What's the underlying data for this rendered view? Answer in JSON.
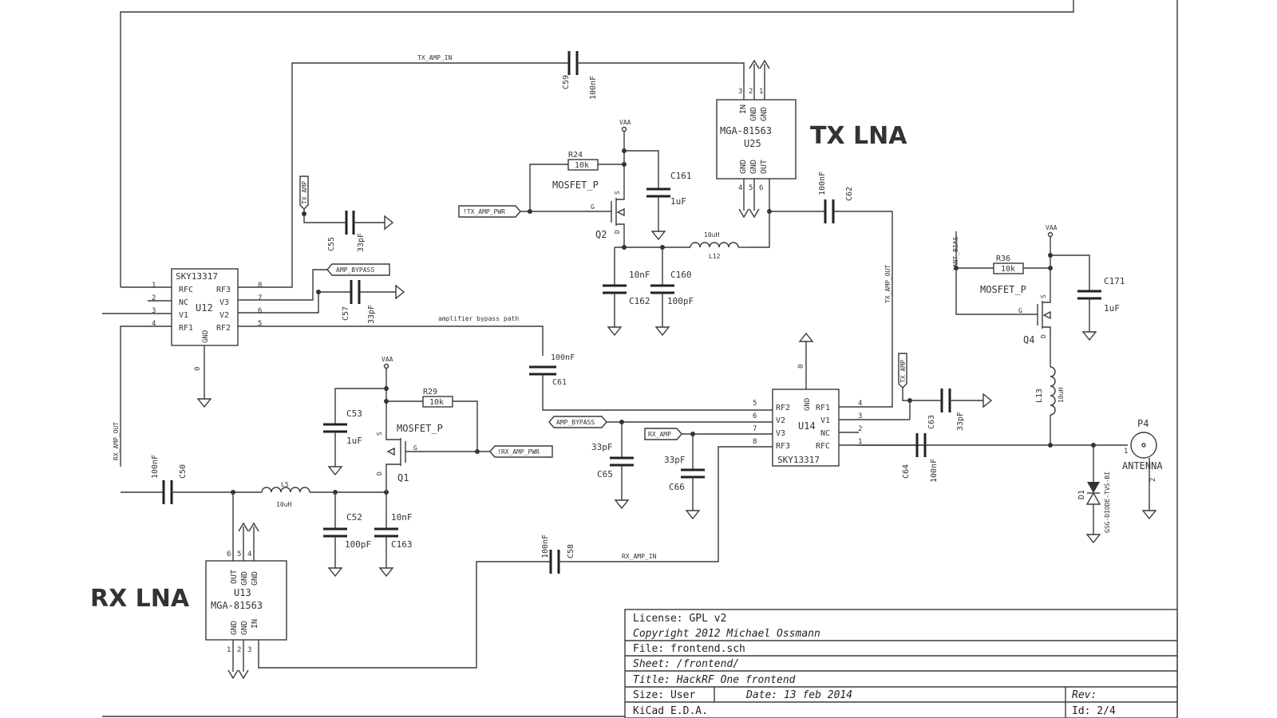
{
  "annotations": {
    "tx_lna": "TX LNA",
    "rx_lna": "RX LNA",
    "color": "#1a9fd6"
  },
  "nets": {
    "tx_amp_in": "TX_AMP_IN",
    "rx_amp_in": "RX_AMP_IN",
    "tx_amp_out": "TX_AMP_OUT",
    "rx_amp_out": "RX_AMP_OUT",
    "bypass_path": "amplifier bypass path",
    "vaa": "VAA",
    "ant_bias": "!ANT_BIAS"
  },
  "labels": {
    "tx_amp": "TX_AMP",
    "amp_bypass": "AMP_BYPASS",
    "tx_amp_pwr": "!TX_AMP_PWR",
    "rx_amp_pwr": "!RX_AMP_PWR",
    "rx_amp": "RX_AMP"
  },
  "u12": {
    "part": "SKY13317",
    "ref": "U12",
    "pins_left": [
      {
        "num": "1",
        "name": "RFC"
      },
      {
        "num": "2",
        "name": "NC"
      },
      {
        "num": "3",
        "name": "V1"
      },
      {
        "num": "4",
        "name": "RF1"
      }
    ],
    "pins_right": [
      {
        "num": "8",
        "name": "RF3"
      },
      {
        "num": "7",
        "name": "V3"
      },
      {
        "num": "6",
        "name": "V2"
      },
      {
        "num": "5",
        "name": "RF2"
      }
    ],
    "gnd": "GND",
    "bottom_pin": "0"
  },
  "u14": {
    "part": "SKY13317",
    "ref": "U14",
    "pins_left": [
      {
        "num": "5",
        "name": "RF2"
      },
      {
        "num": "6",
        "name": "V2"
      },
      {
        "num": "7",
        "name": "V3"
      },
      {
        "num": "8",
        "name": "RF3"
      }
    ],
    "pins_right": [
      {
        "num": "4",
        "name": "RF1"
      },
      {
        "num": "3",
        "name": "V1"
      },
      {
        "num": "2",
        "name": "NC"
      },
      {
        "num": "1",
        "name": "RFC"
      }
    ],
    "gnd": "GND",
    "top_pin": "0"
  },
  "u25": {
    "part": "MGA-81563",
    "ref": "U25",
    "top_names": [
      "IN",
      "GND",
      "GND"
    ],
    "top_nums": [
      "3",
      "2",
      "1"
    ],
    "bottom_names": [
      "GND",
      "GND",
      "OUT"
    ],
    "bottom_nums": [
      "4",
      "5",
      "6"
    ]
  },
  "u13": {
    "part": "MGA-81563",
    "ref": "U13",
    "top_names": [
      "OUT",
      "GND",
      "GND"
    ],
    "top_nums": [
      "6",
      "5",
      "4"
    ],
    "bottom_names": [
      "GND",
      "GND",
      "IN"
    ],
    "bottom_nums": [
      "1",
      "2",
      "3"
    ]
  },
  "parts": {
    "c59": {
      "ref": "C59",
      "val": "100nF"
    },
    "c55": {
      "ref": "C55",
      "val": "33pF"
    },
    "c57": {
      "ref": "C57",
      "val": "33pF"
    },
    "c61": {
      "ref": "C61",
      "val": "100nF"
    },
    "c62": {
      "ref": "C62",
      "val": "100nF"
    },
    "c63": {
      "ref": "C63",
      "val": "33pF"
    },
    "c64": {
      "ref": "C64",
      "val": "100nF"
    },
    "c65": {
      "ref": "C65",
      "val": "33pF"
    },
    "c66": {
      "ref": "C66",
      "val": "33pF"
    },
    "c50": {
      "ref": "C50",
      "val": "100nF"
    },
    "c58": {
      "ref": "C58",
      "val": "100nF"
    },
    "c53": {
      "ref": "C53",
      "val": "1uF"
    },
    "c52": {
      "ref": "C52",
      "val": "100pF"
    },
    "c163": {
      "ref": "C163",
      "val": "10nF"
    },
    "c161": {
      "ref": "C161",
      "val": "1uF"
    },
    "c162": {
      "ref": "C162",
      "val": "10nF"
    },
    "c160": {
      "ref": "C160",
      "val": "100pF"
    },
    "c171": {
      "ref": "C171",
      "val": "1uF"
    },
    "r24": {
      "ref": "R24",
      "val": "10k"
    },
    "r29": {
      "ref": "R29",
      "val": "10k"
    },
    "r36": {
      "ref": "R36",
      "val": "10k"
    },
    "l12": {
      "ref": "L12",
      "val": "10uH"
    },
    "l5": {
      "ref": "L5",
      "val": "10uH"
    },
    "l13": {
      "ref": "L13",
      "val": "10uH"
    },
    "q2": {
      "ref": "Q2",
      "type": "MOSFET_P"
    },
    "q1": {
      "ref": "Q1",
      "type": "MOSFET_P"
    },
    "q4": {
      "ref": "Q4",
      "type": "MOSFET_P"
    },
    "d1": {
      "ref": "D1",
      "val": "GSG-DIODE-TVS-BI"
    },
    "p4": {
      "ref": "P4",
      "val": "ANTENNA",
      "pin1": "1",
      "pin2": "2"
    }
  },
  "mosfet_pins": {
    "g": "G",
    "s": "S",
    "d": "D"
  },
  "title_block": {
    "license": "License: GPL v2",
    "copyright": "Copyright 2012 Michael Ossmann",
    "file": "File: frontend.sch",
    "sheet": "Sheet: /frontend/",
    "title": "Title: HackRF One frontend",
    "size": "Size: User",
    "date": "Date: 13 feb 2014",
    "rev": "Rev:",
    "tool": "KiCad E.D.A.",
    "id": "Id: 2/4"
  }
}
